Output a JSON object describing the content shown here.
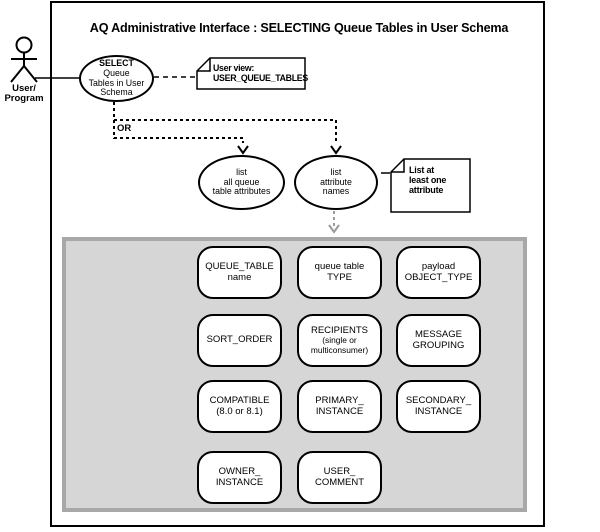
{
  "title": "AQ Administrative Interface : SELECTING Queue Tables in User Schema",
  "actor": {
    "line1": "User/",
    "line2": "Program"
  },
  "select_ellipse": {
    "line1": "SELECT",
    "line2": "Queue",
    "line3": "Tables in User",
    "line4": "Schema"
  },
  "note_user_view": {
    "line1": "User view:",
    "line2": "USER_QUEUE_TABLES"
  },
  "or_label": "OR",
  "ellipse_list_all": {
    "line1": "list",
    "line2": "all queue",
    "line3": "table attributes"
  },
  "ellipse_list_names": {
    "line1": "list",
    "line2": "attribute",
    "line3": "names"
  },
  "note_least_one": {
    "line1": "List at",
    "line2": "least one",
    "line3": "attribute"
  },
  "grid": {
    "rows": [
      {
        "boxes": [
          {
            "lines": [
              "QUEUE_TABLE",
              "name"
            ]
          },
          {
            "lines": [
              "queue table",
              "TYPE"
            ]
          },
          {
            "lines": [
              "payload",
              "OBJECT_TYPE"
            ]
          }
        ]
      },
      {
        "boxes": [
          {
            "lines": [
              "SORT_ORDER"
            ]
          },
          {
            "lines": [
              "RECIPIENTS",
              "(single or",
              "multiconsumer)"
            ]
          },
          {
            "lines": [
              "MESSAGE",
              "GROUPING"
            ]
          }
        ]
      },
      {
        "boxes": [
          {
            "lines": [
              "COMPATIBLE",
              "(8.0 or 8.1)"
            ]
          },
          {
            "lines": [
              "PRIMARY_",
              "INSTANCE"
            ]
          },
          {
            "lines": [
              "SECONDARY_",
              "INSTANCE"
            ]
          }
        ]
      },
      {
        "boxes": [
          {
            "lines": [
              "OWNER_",
              "INSTANCE"
            ]
          },
          {
            "lines": [
              "USER_",
              "COMMENT"
            ]
          }
        ]
      }
    ]
  },
  "colors": {
    "line": "#000000",
    "panel_fill": "#d6d6d6",
    "panel_border": "#a8a8a8",
    "gray_arrow": "#9c9c9c",
    "background": "#ffffff"
  }
}
